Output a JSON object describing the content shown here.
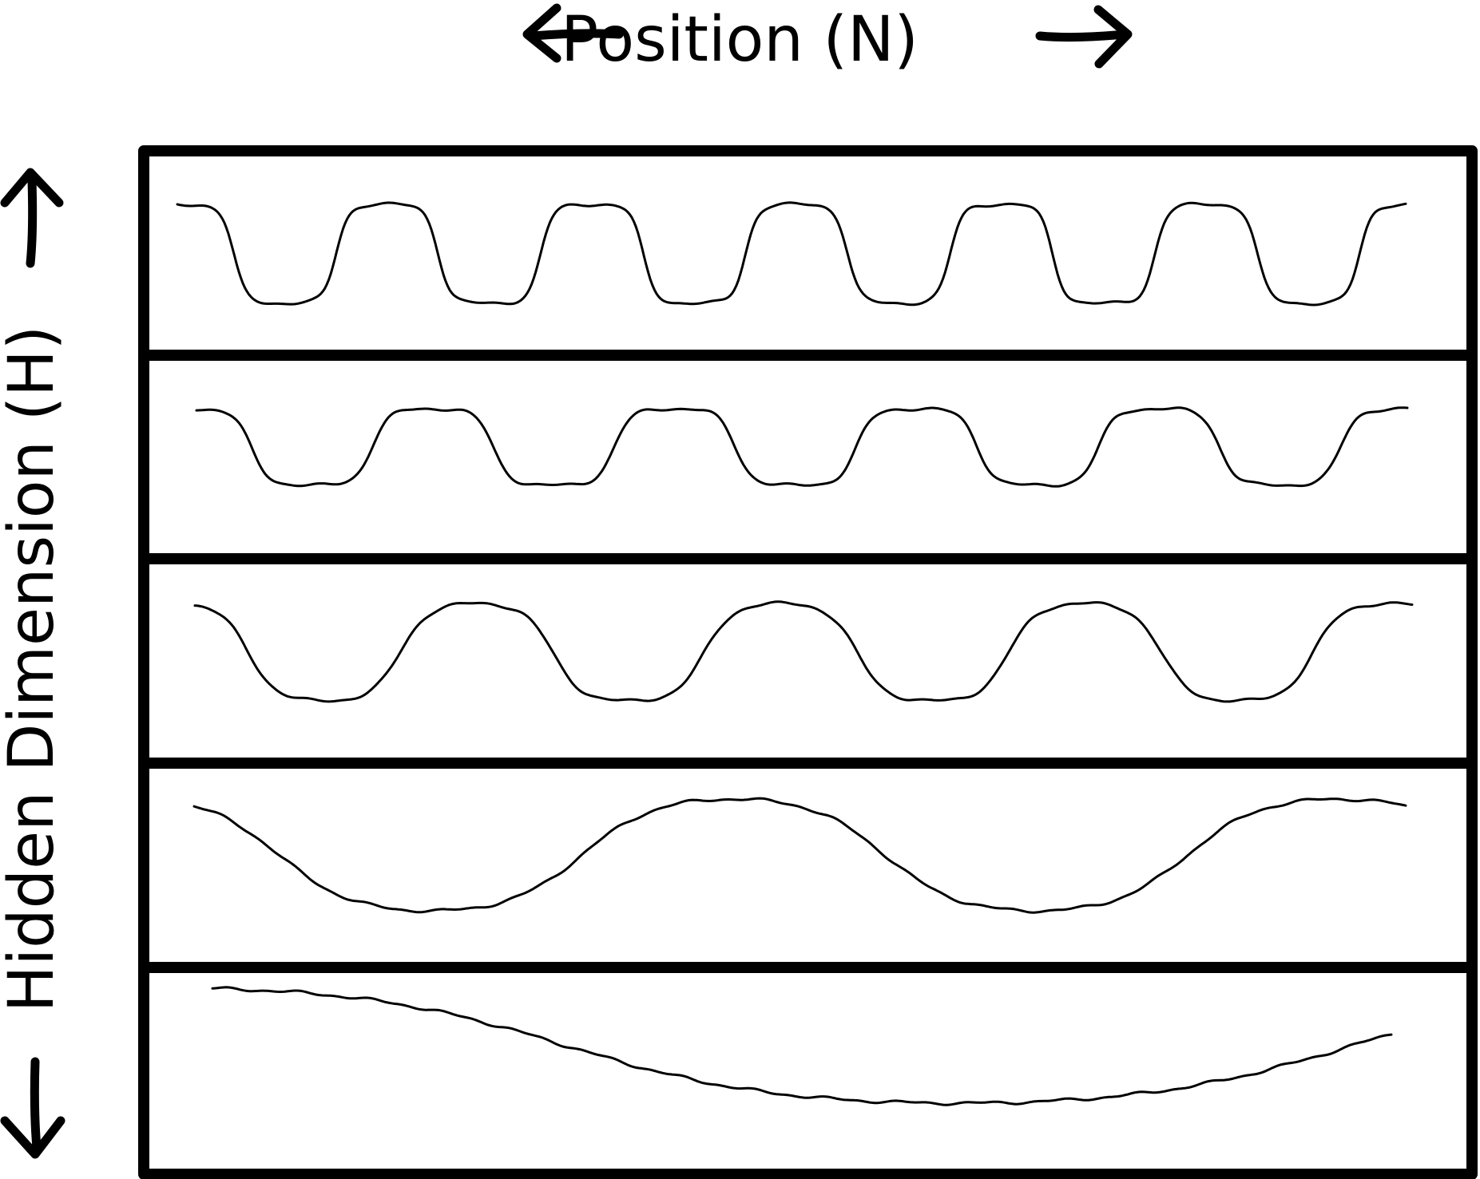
{
  "labels": {
    "x_axis": "Position (N)",
    "y_axis": "Hidden Dimension (H)"
  },
  "bands": [
    {
      "name": "band-1",
      "cycles": 6
    },
    {
      "name": "band-2",
      "cycles": 5
    },
    {
      "name": "band-3",
      "cycles": 4
    },
    {
      "name": "band-4",
      "cycles": 2
    },
    {
      "name": "band-5",
      "cycles": 0.75
    }
  ],
  "colors": {
    "ink": "#000000",
    "background": "#ffffff"
  }
}
